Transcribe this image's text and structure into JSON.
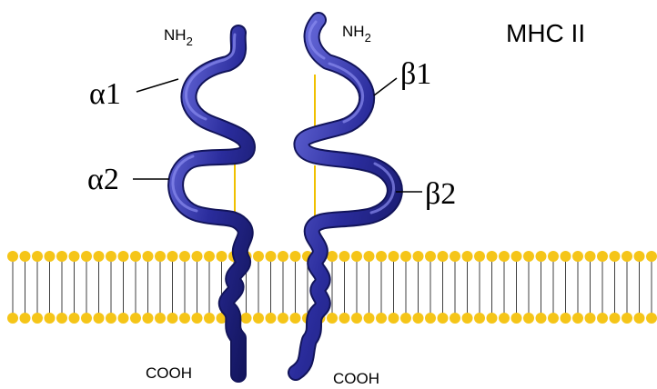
{
  "title": "MHC II",
  "alpha_chain": {
    "n_terminus": "NH",
    "n_terminus_sub": "2",
    "c_terminus": "COOH",
    "domain1": "α1",
    "domain2": "α2"
  },
  "beta_chain": {
    "n_terminus": "NH",
    "n_terminus_sub": "2",
    "c_terminus": "COOH",
    "domain1": "β1",
    "domain2": "β2"
  },
  "colors": {
    "chain": "#2a2c9c",
    "chain_highlight": "#6c6fe0",
    "chain_shadow": "#12145a",
    "membrane_head": "#f5c518",
    "membrane_tail": "#111111",
    "disulfide": "#f0c000"
  }
}
